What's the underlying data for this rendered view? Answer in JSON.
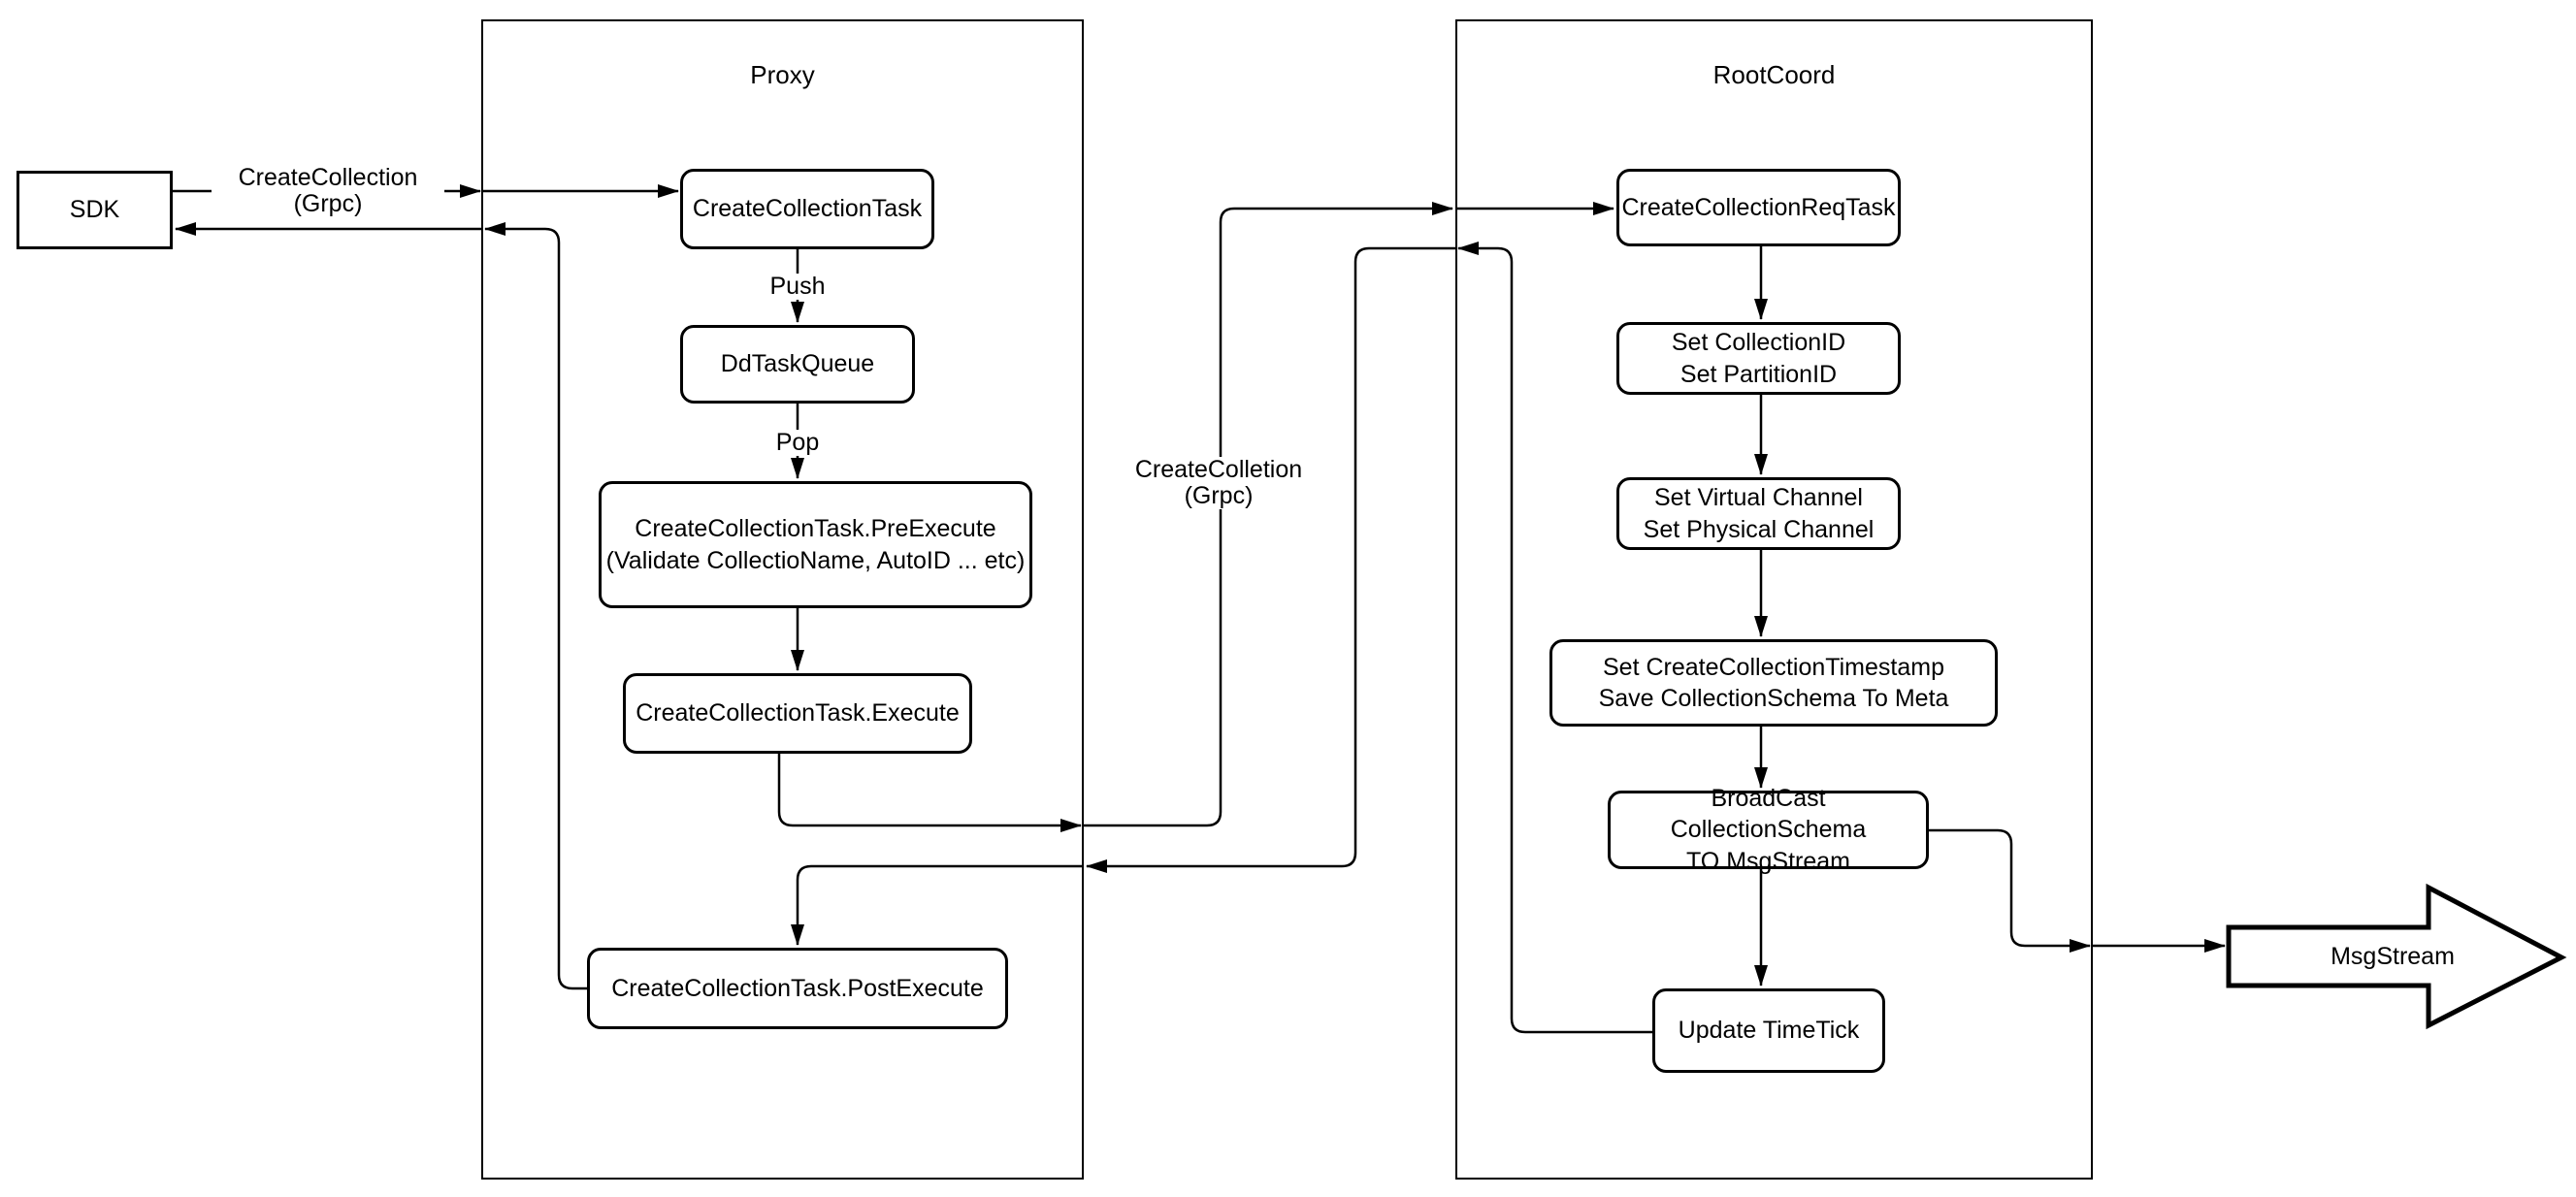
{
  "diagram": {
    "colors": {
      "stroke": "#000000",
      "background": "#ffffff"
    },
    "containers": {
      "proxy": {
        "title": "Proxy"
      },
      "rootcoord": {
        "title": "RootCoord"
      }
    },
    "nodes": {
      "sdk": {
        "label": "SDK"
      },
      "create_collection_task": {
        "label": "CreateCollectionTask"
      },
      "dd_task_queue": {
        "label": "DdTaskQueue"
      },
      "pre_execute": {
        "label": "CreateCollectionTask.PreExecute\n(Validate CollectioName, AutoID ... etc)"
      },
      "execute": {
        "label": "CreateCollectionTask.Execute"
      },
      "post_execute": {
        "label": "CreateCollectionTask.PostExecute"
      },
      "req_task": {
        "label": "CreateCollectionReqTask"
      },
      "set_ids": {
        "label": "Set CollectionID\nSet PartitionID"
      },
      "set_channels": {
        "label": "Set Virtual Channel\nSet Physical Channel"
      },
      "set_timestamp": {
        "label": "Set CreateCollectionTimestamp\nSave CollectionSchema To Meta"
      },
      "broadcast": {
        "label": "BroadCast CollectionSchema\nTO MsgStream"
      },
      "update_timetick": {
        "label": "Update TimeTick"
      },
      "msgstream": {
        "label": "MsgStream"
      }
    },
    "edge_labels": {
      "grpc_sdk": "CreateCollection\n(Grpc)",
      "push": "Push",
      "pop": "Pop",
      "grpc_rootcoord": "CreateColletion\n(Grpc)"
    }
  }
}
